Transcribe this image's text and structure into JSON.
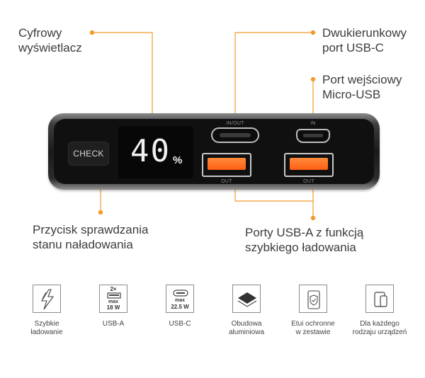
{
  "callouts": {
    "display": [
      "Cyfrowy",
      "wyświetlacz"
    ],
    "usbc": [
      "Dwukierunkowy",
      "port USB-C"
    ],
    "micro": [
      "Port wejściowy",
      "Micro-USB"
    ],
    "check": [
      "Przycisk sprawdzania",
      "stanu naładowania"
    ],
    "usba": [
      "Porty USB-A z funkcją",
      "szybkiego ładowania"
    ]
  },
  "device": {
    "check_label": "CHECK",
    "display_digits": "40",
    "display_percent": "%",
    "port_labels": {
      "usbc": "IN/OUT",
      "micro": "IN",
      "usba_left": "OUT",
      "usba_right": "OUT"
    }
  },
  "colors": {
    "accent": "#f39a2e",
    "port_orange": "#ff6a1a",
    "body": "#1a1a1a"
  },
  "features": [
    {
      "icon": "lightning-icon",
      "label_1": "Szybkie",
      "label_2": "ładowanie"
    },
    {
      "icon": "usb-a-icon",
      "mini_top": "2×",
      "mini_mid": "max",
      "mini_bottom": "18 W",
      "label_1": "USB-A"
    },
    {
      "icon": "usb-c-icon",
      "mini_mid": "max",
      "mini_bottom": "22.5 W",
      "label_1": "USB-C"
    },
    {
      "icon": "layers-icon",
      "label_1": "Obudowa",
      "label_2": "aluminiowa"
    },
    {
      "icon": "shield-icon",
      "label_1": "Etui ochronne",
      "label_2": "w zestawie"
    },
    {
      "icon": "devices-icon",
      "label_1": "Dla każdego",
      "label_2": "rodzaju urządzeń"
    }
  ]
}
